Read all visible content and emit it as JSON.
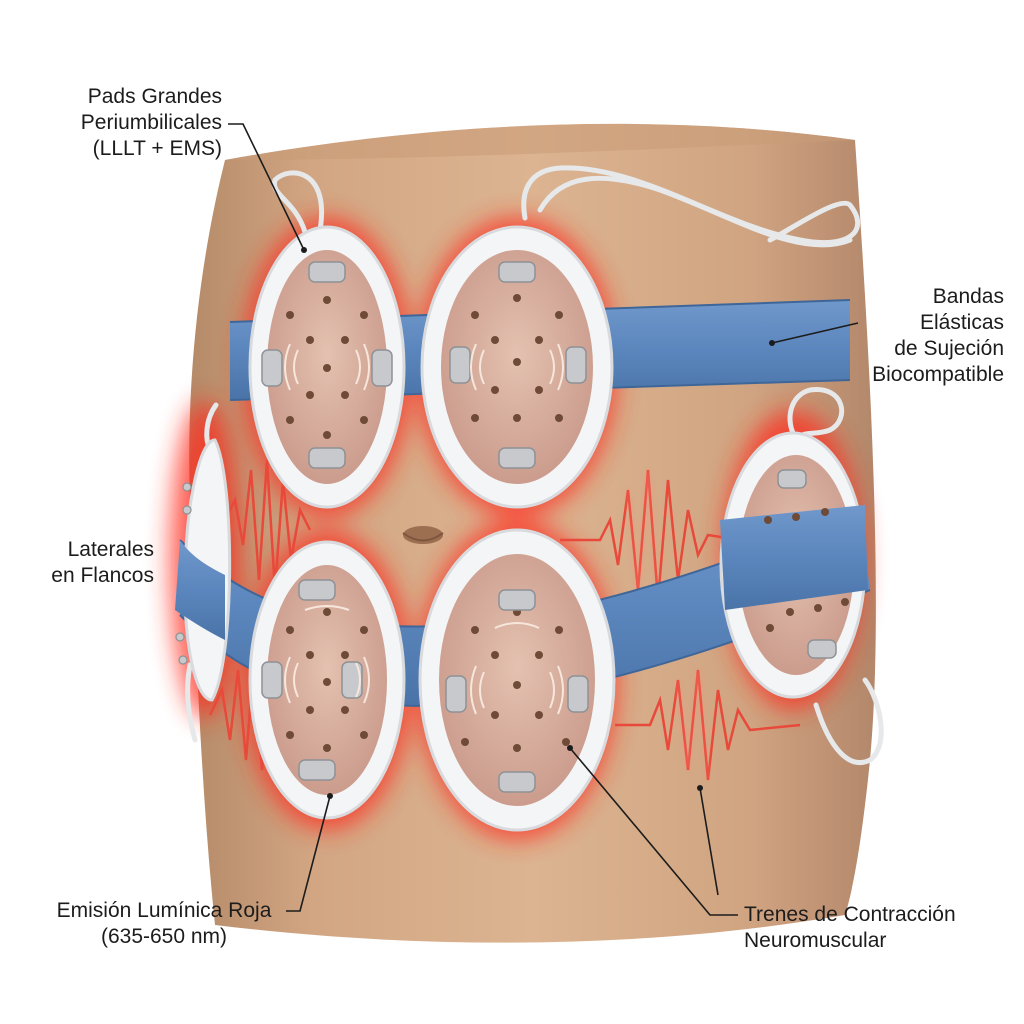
{
  "labels": {
    "pads_periumbilicales": {
      "line1": "Pads Grandes",
      "line2": "Periumbilicales",
      "line3": "(LLLT + EMS)"
    },
    "bandas_elasticas": {
      "line1": "Bandas",
      "line2": "Elásticas",
      "line3": "de Sujeción",
      "line4": "Biocompatible"
    },
    "laterales": {
      "line1": "Laterales",
      "line2": "en Flancos"
    },
    "emision_roja": {
      "line1": "Emisión Lumínica Roja",
      "line2": "(635-650 nm)"
    },
    "trenes_contraccion": {
      "line1": "Trenes de Contracción",
      "line2": "Neuromuscular"
    }
  },
  "colors": {
    "skin": "#d6ab88",
    "skin_shadow": "#b98e6c",
    "pad_frame": "#f4f5f6",
    "pad_surface": "#d2a896",
    "band": "#5b86bd",
    "band_edge": "#3f6698",
    "red_glow": "#ff2a1a",
    "wave": "#e8493a",
    "leader_line": "#1c1c1c"
  },
  "icons": [
    "electrode-dot-icon",
    "contact-button-icon",
    "vibration-arc-icon",
    "pulse-wave-icon",
    "cable-icon"
  ]
}
